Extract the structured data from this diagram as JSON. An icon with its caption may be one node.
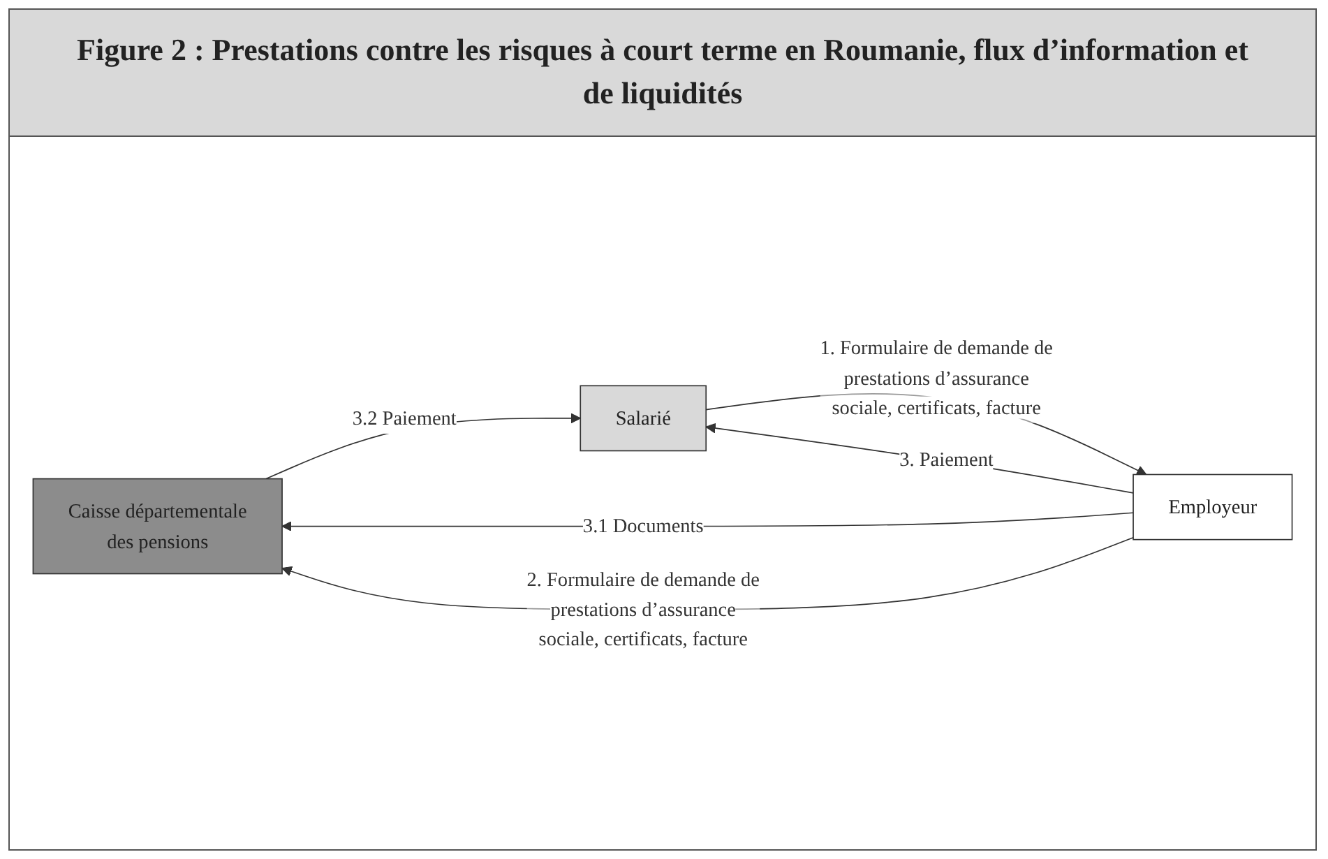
{
  "diagram": {
    "title": "Figure 2 : Prestations contre les risques à court terme en Roumanie, flux d’information et de liquidités",
    "nodes": [
      {
        "text": [
          "Caisse départementale des pensions"
        ]
      },
      {
        "text": [
          "Employeur"
        ]
      },
      {
        "text": [
          "Salarié"
        ]
      }
    ],
    "edges": [
      {
        "from": 1,
        "to": 0,
        "arrow": "to",
        "label": "3.1 Documents"
      },
      {
        "from": 1,
        "to": 0,
        "arrow": "to",
        "label": "2. Formulaire de demande de prestations d’assurance sociale, certificats, facture"
      },
      {
        "from": 2,
        "to": 1,
        "arrow": "to",
        "label": "1. Formulaire de demande de prestations d’assurance sociale, certificats, facture"
      },
      {
        "from": 1,
        "to": 2,
        "arrow": "to",
        "label": "3. Paiement"
      },
      {
        "from": 0,
        "to": 2,
        "arrow": "to",
        "label": "3.2 Paiement"
      }
    ]
  }
}
